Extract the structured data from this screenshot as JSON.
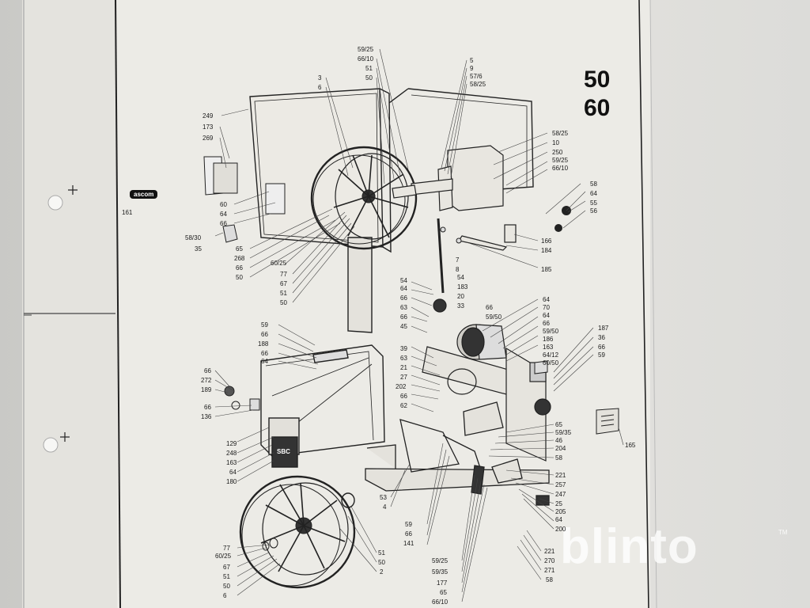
{
  "models": [
    "50",
    "60"
  ],
  "brand": "blinto",
  "brand_mark": "TM",
  "badges": {
    "left_logo": "ascom",
    "cover_plate": "SBC"
  },
  "part_labels": [
    "59/25",
    "66/10",
    "51",
    "50",
    "3",
    "6",
    "5",
    "9",
    "57/6",
    "58/25",
    "249",
    "173",
    "269",
    "161",
    "60",
    "64",
    "66",
    "58/30",
    "35",
    "65",
    "268",
    "66",
    "60/25",
    "50",
    "77",
    "67",
    "51",
    "50",
    "58/25",
    "10",
    "250",
    "59/25",
    "66/10",
    "58",
    "64",
    "55",
    "56",
    "166",
    "184",
    "185",
    "7",
    "8",
    "54",
    "64",
    "183",
    "20",
    "33",
    "54",
    "66",
    "63",
    "66",
    "45",
    "66",
    "59/50",
    "64",
    "70",
    "64",
    "66",
    "59/50",
    "186",
    "163",
    "64/12",
    "60/50",
    "187",
    "36",
    "66",
    "59",
    "59",
    "66",
    "188",
    "66",
    "64",
    "39",
    "63",
    "21",
    "27",
    "202",
    "66",
    "62",
    "66",
    "272",
    "189",
    "66",
    "136",
    "129",
    "248",
    "163",
    "64",
    "180",
    "65",
    "59/35",
    "46",
    "204",
    "58",
    "165",
    "221",
    "257",
    "247",
    "25",
    "205",
    "64",
    "200",
    "53",
    "4",
    "59",
    "66",
    "141",
    "59/25",
    "59/35",
    "177",
    "65",
    "66/10",
    "77",
    "60/25",
    "67",
    "51",
    "50",
    "6",
    "51",
    "50",
    "2",
    "221",
    "270",
    "271",
    "58"
  ],
  "icons": {
    "registration-cross": "+",
    "punch-hole": "circle"
  }
}
